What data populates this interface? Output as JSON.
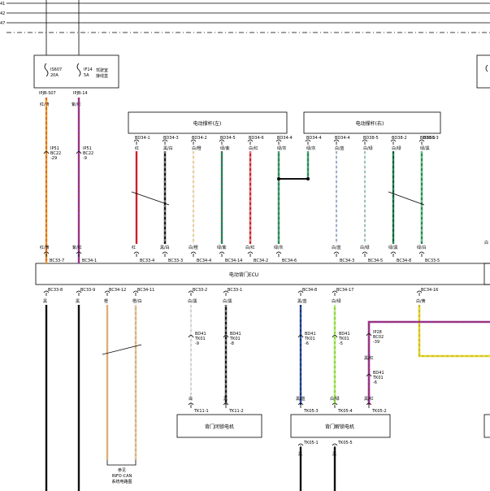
{
  "edge_labels": [
    "41",
    "42",
    "47"
  ],
  "fuse_box": {
    "name": "驾驶室\n接线盒",
    "fuses": [
      {
        "code": "IS607",
        "rating": "20A",
        "pin": "IPJB-S07",
        "color": "红/黄"
      },
      {
        "code": "IF14",
        "rating": "5A",
        "pin": "IPJB-14",
        "color": "紫/红"
      }
    ]
  },
  "inline_connectors": [
    {
      "l1": "IP51",
      "l2": "BC22",
      "l3": "-29"
    },
    {
      "l1": "IP51",
      "l2": "BC22",
      "l3": "-9"
    }
  ],
  "left_pins": [
    {
      "color": "红/黄",
      "pin": "BC33-7"
    },
    {
      "color": "紫/红",
      "pin": "BC34-1"
    }
  ],
  "motor_left": {
    "title": "电动撑杆(左)",
    "pins": [
      {
        "pin": "BD34-1",
        "color": "红"
      },
      {
        "pin": "BD34-3",
        "color": "黑/白"
      },
      {
        "pin": "BD34-2",
        "color": "白/橙"
      },
      {
        "pin": "BD34-5",
        "color": "绿/紫"
      },
      {
        "pin": "BD34-6",
        "color": "白/红"
      },
      {
        "pin": "BD34-4",
        "color": "绿/灰"
      }
    ]
  },
  "motor_right": {
    "title": "电动撑杆(右)",
    "pins": [
      {
        "pin": "BD34-4",
        "color": "绿/灰"
      },
      {
        "pin": "BD34-4",
        "color": "白/蓝"
      },
      {
        "pin": "BD38-5",
        "color": "白/绿"
      },
      {
        "pin": "BD38-2",
        "color": "白/绿"
      },
      {
        "pin": "BD38-1",
        "color": "绿/黑"
      },
      {
        "pin": "BD38-3",
        "color": "绿/白"
      }
    ]
  },
  "ecu_top_pins": [
    {
      "color": "红",
      "pin": "BC33-4"
    },
    {
      "color": "黑/白",
      "pin": "BC33-3"
    },
    {
      "color": "白/橙",
      "pin": "BC34-4"
    },
    {
      "color": "绿/紫",
      "pin": "BC34-14"
    },
    {
      "color": "白/红",
      "pin": "BC34-2"
    },
    {
      "color": "绿/灰",
      "pin": "BC34-6"
    },
    {
      "color": "白/蓝",
      "pin": "BC34-3"
    },
    {
      "color": "白/绿",
      "pin": "BC34-5"
    },
    {
      "color": "绿/黑",
      "pin": "BC34-8"
    },
    {
      "color": "绿/白",
      "pin": "BC33-5"
    }
  ],
  "ecu": {
    "title": "电动背门ECU"
  },
  "ecu_bottom_pins": [
    {
      "pin": "BC33-8",
      "color": "黑"
    },
    {
      "pin": "BC33-9",
      "color": "黑"
    },
    {
      "pin": "BC34-12",
      "color": "橙"
    },
    {
      "pin": "BC34-11",
      "color": "橙/白"
    },
    {
      "pin": "BC33-2",
      "color": "白/黑"
    },
    {
      "pin": "BC33-1",
      "color": "白/黑"
    },
    {
      "pin": "BC34-8",
      "color": "黑/蓝"
    },
    {
      "pin": "BC34-17",
      "color": "白/绿"
    },
    {
      "pin": "BC34-16",
      "color": "白/黄"
    }
  ],
  "bd41_connectors": [
    {
      "l1": "BD41",
      "l2": "TK01",
      "l3": "-9"
    },
    {
      "l1": "BD41",
      "l2": "TK01",
      "l3": "-8"
    },
    {
      "l1": "BD41",
      "l2": "TK01",
      "l3": "-6"
    },
    {
      "l1": "BD41",
      "l2": "TK01",
      "l3": "-5"
    },
    {
      "l1": "BD41",
      "l2": "TK01",
      "l3": "-6"
    }
  ],
  "ip28": {
    "l1": "IP28",
    "l2": "BC02",
    "l3": "-39",
    "color": "黑/红"
  },
  "lock_motor": {
    "title": "背门闭锁电机",
    "pins": [
      {
        "color": "白",
        "pin": "TK11-1"
      },
      {
        "color": "黑",
        "pin": "TK11-2"
      }
    ]
  },
  "unlock_motor": {
    "title": "背门解锁电机",
    "top_pins": [
      {
        "color": "黑/蓝",
        "pin": "TK05-3"
      },
      {
        "color": "白/绿",
        "pin": "TK05-4"
      },
      {
        "color": "黑/红",
        "pin": "TK05-2"
      }
    ],
    "bottom_pins": [
      {
        "pin": "TK05-1",
        "color": "黑"
      },
      {
        "pin": "TK05-5",
        "color": "黑"
      }
    ]
  },
  "reference": {
    "text": "参见\nINFO-CAN\n系统电路图"
  }
}
